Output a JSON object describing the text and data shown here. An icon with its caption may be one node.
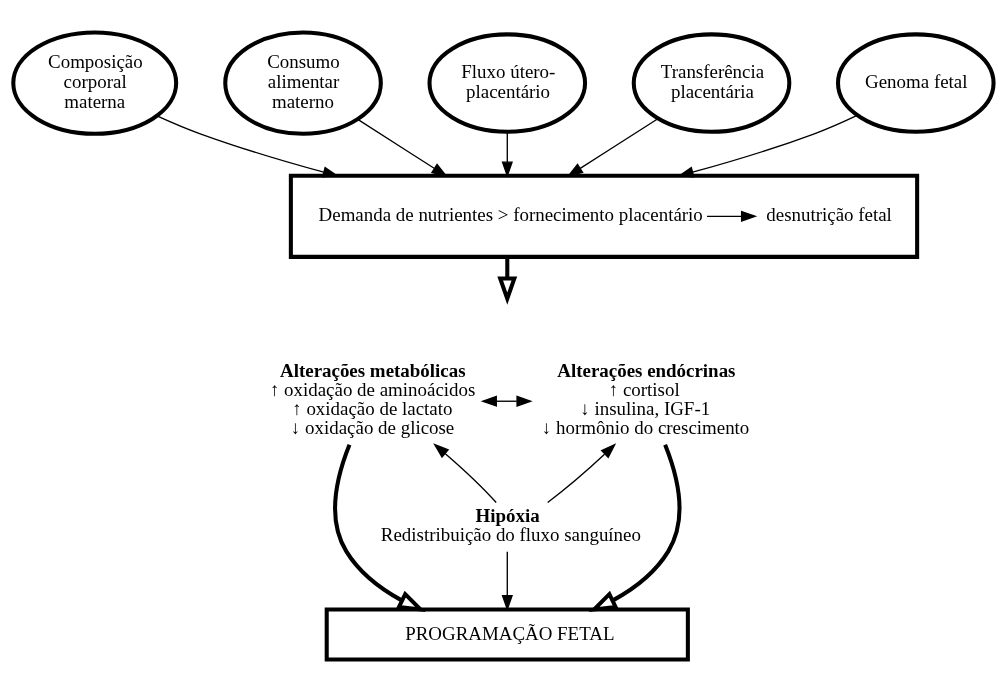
{
  "diagram": {
    "nodes": [
      {
        "text": [
          "Composição corporal materna"
        ]
      },
      {
        "text": [
          "Consumo alimentar materno"
        ]
      },
      {
        "text": [
          "Fluxo útero-placentário"
        ]
      },
      {
        "text": [
          "Transferência placentária"
        ]
      },
      {
        "text": [
          "Genoma fetal"
        ]
      },
      {
        "text": [],
        "shape": "box"
      },
      {
        "text": [
          "Demanda de nutrientes > fornecimento placentário"
        ],
        "in": 5
      },
      {
        "text": [
          "desnutrição fetal"
        ],
        "in": 5
      },
      {
        "text": [
          "Alterações metabólicas",
          "↑ oxidação de aminoácidos",
          "↑ oxidação de lactato",
          "↓ oxidação de glicose"
        ]
      },
      {
        "text": [
          "Alterações endócrinas",
          "↑ cortisol",
          "↓ insulina, IGF-1",
          "↓ hormônio do crescimento"
        ]
      },
      {
        "text": [
          "Hipóxia",
          "Redistribuição do fluxo sanguíneo"
        ]
      },
      {
        "text": [
          "PROGRAMAÇÃO FETAL"
        ]
      }
    ],
    "edges": [
      {
        "from": 0,
        "to": 5,
        "arrow": "to"
      },
      {
        "from": 1,
        "to": 5,
        "arrow": "to"
      },
      {
        "from": 2,
        "to": 5,
        "arrow": "to"
      },
      {
        "from": 3,
        "to": 5,
        "arrow": "to"
      },
      {
        "from": 4,
        "to": 5,
        "arrow": "to"
      },
      {
        "from": 6,
        "to": 7,
        "arrow": "to"
      },
      {
        "from": 5,
        "to": null,
        "arrow": "to",
        "style": "thick"
      },
      {
        "from": 8,
        "to": 9,
        "arrow": "both"
      },
      {
        "from": 10,
        "to": 8,
        "arrow": "to"
      },
      {
        "from": 10,
        "to": 9,
        "arrow": "to"
      },
      {
        "from": 10,
        "to": 11,
        "arrow": "to"
      },
      {
        "from": 8,
        "to": 11,
        "arrow": "to",
        "style": "thick"
      },
      {
        "from": 9,
        "to": 11,
        "arrow": "to",
        "style": "thick"
      }
    ]
  }
}
